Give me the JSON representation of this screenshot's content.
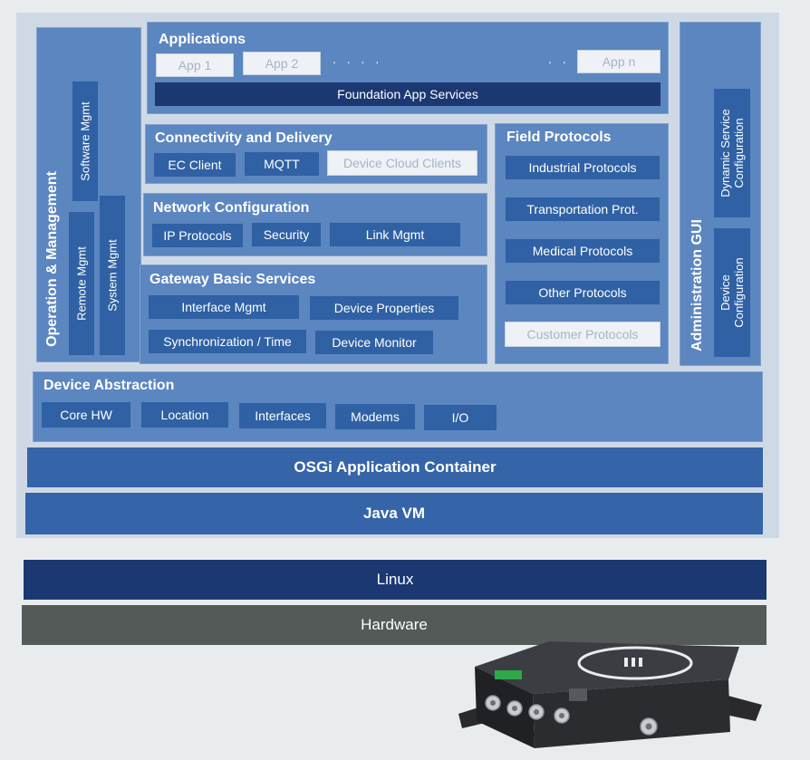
{
  "applications": {
    "title": "Applications",
    "apps": [
      "App 1",
      "App 2",
      "App n"
    ],
    "ellipsis": ". . . .",
    "ellipsis2": ". . .",
    "foundation": "Foundation App Services"
  },
  "operation": {
    "title": "Operation & Management",
    "software": "Software Mgmt",
    "remote": "Remote Mgmt",
    "system": "System Mgmt"
  },
  "connectivity": {
    "title": "Connectivity and Delivery",
    "items": [
      "EC Client",
      "MQTT",
      "Device Cloud Clients"
    ]
  },
  "network": {
    "title": "Network Configuration",
    "items": [
      "IP Protocols",
      "Security",
      "Link Mgmt"
    ]
  },
  "gateway": {
    "title": "Gateway Basic Services",
    "items": [
      "Interface Mgmt",
      "Device Properties",
      "Synchronization / Time",
      "Device Monitor"
    ]
  },
  "field": {
    "title": "Field Protocols",
    "items": [
      "Industrial Protocols",
      "Transportation Prot.",
      "Medical Protocols",
      "Other Protocols",
      "Customer Protocols"
    ]
  },
  "admin": {
    "title": "Administration GUI",
    "dynamic_line1": "Dynamic Service",
    "dynamic_line2": "Configuration",
    "device_line1": "Device",
    "device_line2": "Configuration"
  },
  "device_abstraction": {
    "title": "Device Abstraction",
    "items": [
      "Core HW",
      "Location",
      "Interfaces",
      "Modems",
      "I/O"
    ]
  },
  "layers": {
    "osgi": "OSGi Application Container",
    "javavm": "Java VM",
    "linux": "Linux",
    "hardware": "Hardware"
  },
  "colors": {
    "panel": "#5b86c0",
    "box": "#2f61a4",
    "navy": "#1c3872",
    "hardware": "#545a58"
  }
}
